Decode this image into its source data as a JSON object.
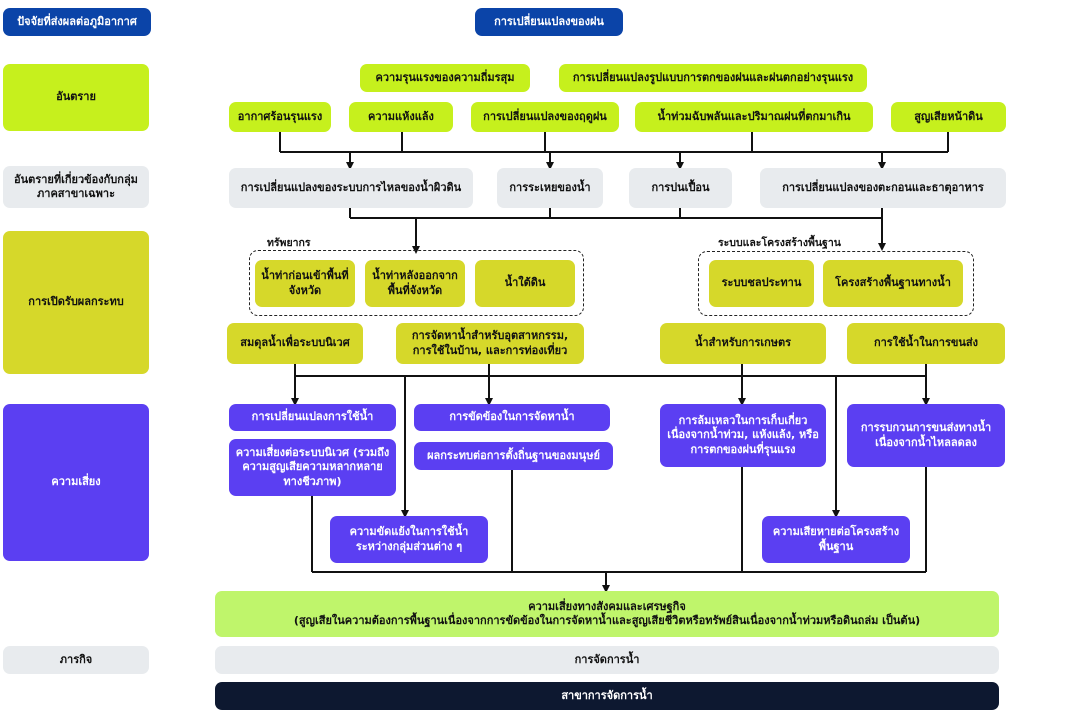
{
  "header": {
    "left_title": "ปัจจัยที่ส่งผลต่อภูมิอากาศ",
    "center_title": "การเปลี่ยนแปลงของฝน"
  },
  "row_labels": {
    "hazard": "อันตราย",
    "sector_hazard": "อันตรายที่เกี่ยวข้องกับกลุ่มภาคสาขาเฉพาะ",
    "exposure": "การเปิดรับผลกระทบ",
    "risk": "ความเสี่ยง",
    "mission": "ภารกิจ"
  },
  "hazards": {
    "top": [
      "ความรุนแรงของความถี่มรสุม",
      "การเปลี่ยนแปลงรูปแบบการตกของฝนและฝนตกอย่างรุนแรง"
    ],
    "bottom": [
      "อากาศร้อนรุนแรง",
      "ความแห้งแล้ง",
      "การเปลี่ยนแปลงของฤดูฝน",
      "น้ำท่วมฉับพลันและปริมาณฝนที่ตกมาเกิน",
      "สูญเสียหน้าดิน"
    ]
  },
  "sector_hazards": [
    "การเปลี่ยนแปลงของระบบการไหลของน้ำผิวดิน",
    "การระเหยของน้ำ",
    "การปนเปื้อน",
    "การเปลี่ยนแปลงของตะกอนและธาตุอาหาร"
  ],
  "exposure": {
    "resources_label": "ทรัพยากร",
    "resources": [
      "น้ำท่าก่อนเข้าพื้นที่จังหวัด",
      "น้ำท่าหลังออกจากพื้นที่จังหวัด",
      "น้ำใต้ดิน"
    ],
    "infra_label": "ระบบและโครงสร้างพื้นฐาน",
    "infra": [
      "ระบบชลประทาน",
      "โครงสร้างพื้นฐานทางน้ำ"
    ],
    "uses": [
      "สมดุลน้ำเพื่อระบบนิเวศ",
      "การจัดหาน้ำสำหรับอุตสาหกรรม, การใช้ในบ้าน, และการท่องเที่ยว",
      "น้ำสำหรับการเกษตร",
      "การใช้น้ำในการขนส่ง"
    ]
  },
  "risks": {
    "change_use": "การเปลี่ยนแปลงการใช้น้ำ",
    "ecosystem": "ความเสี่ยงต่อระบบนิเวศ (รวมถึงความสูญเสียความหลากหลายทางชีวภาพ)",
    "conflict": "ความขัดแย้งในการใช้น้ำระหว่างกลุ่มส่วนต่าง ๆ",
    "supply": "การขัดข้องในการจัดหาน้ำ",
    "settlement": "ผลกระทบต่อการตั้งถิ่นฐานของมนุษย์",
    "harvest": "การล้มเหลวในการเก็บเกี่ยวเนื่องจากน้ำท่วม, แห้งแล้ง, หรือการตกของฝนที่รุนแรง",
    "infra_damage": "ความเสียหายต่อโครงสร้างพื้นฐาน",
    "transport": "การรบกวนการขนส่งทางน้ำเนื่องจากน้ำไหลลดลง"
  },
  "socio": {
    "title": "ความเสี่ยงทางสังคมและเศรษฐกิจ",
    "subtitle": "(สูญเสียในความต้องการพื้นฐานเนื่องจากการขัดข้องในการจัดหาน้ำและสูญเสียชีวิตหรือทรัพย์สินเนื่องจากน้ำท่วมหรือดินถล่ม เป็นต้น)"
  },
  "mission_value": "การจัดการน้ำ",
  "sector": "สาขาการจัดการน้ำ",
  "colors": {
    "navy": "#0b44a8",
    "lime": "#c6f01d",
    "light_gray": "#e8ebee",
    "olive": "#d6d82a",
    "purple": "#5b3ff2",
    "light_green": "#bff56b",
    "dark_navy": "#0d1830"
  }
}
